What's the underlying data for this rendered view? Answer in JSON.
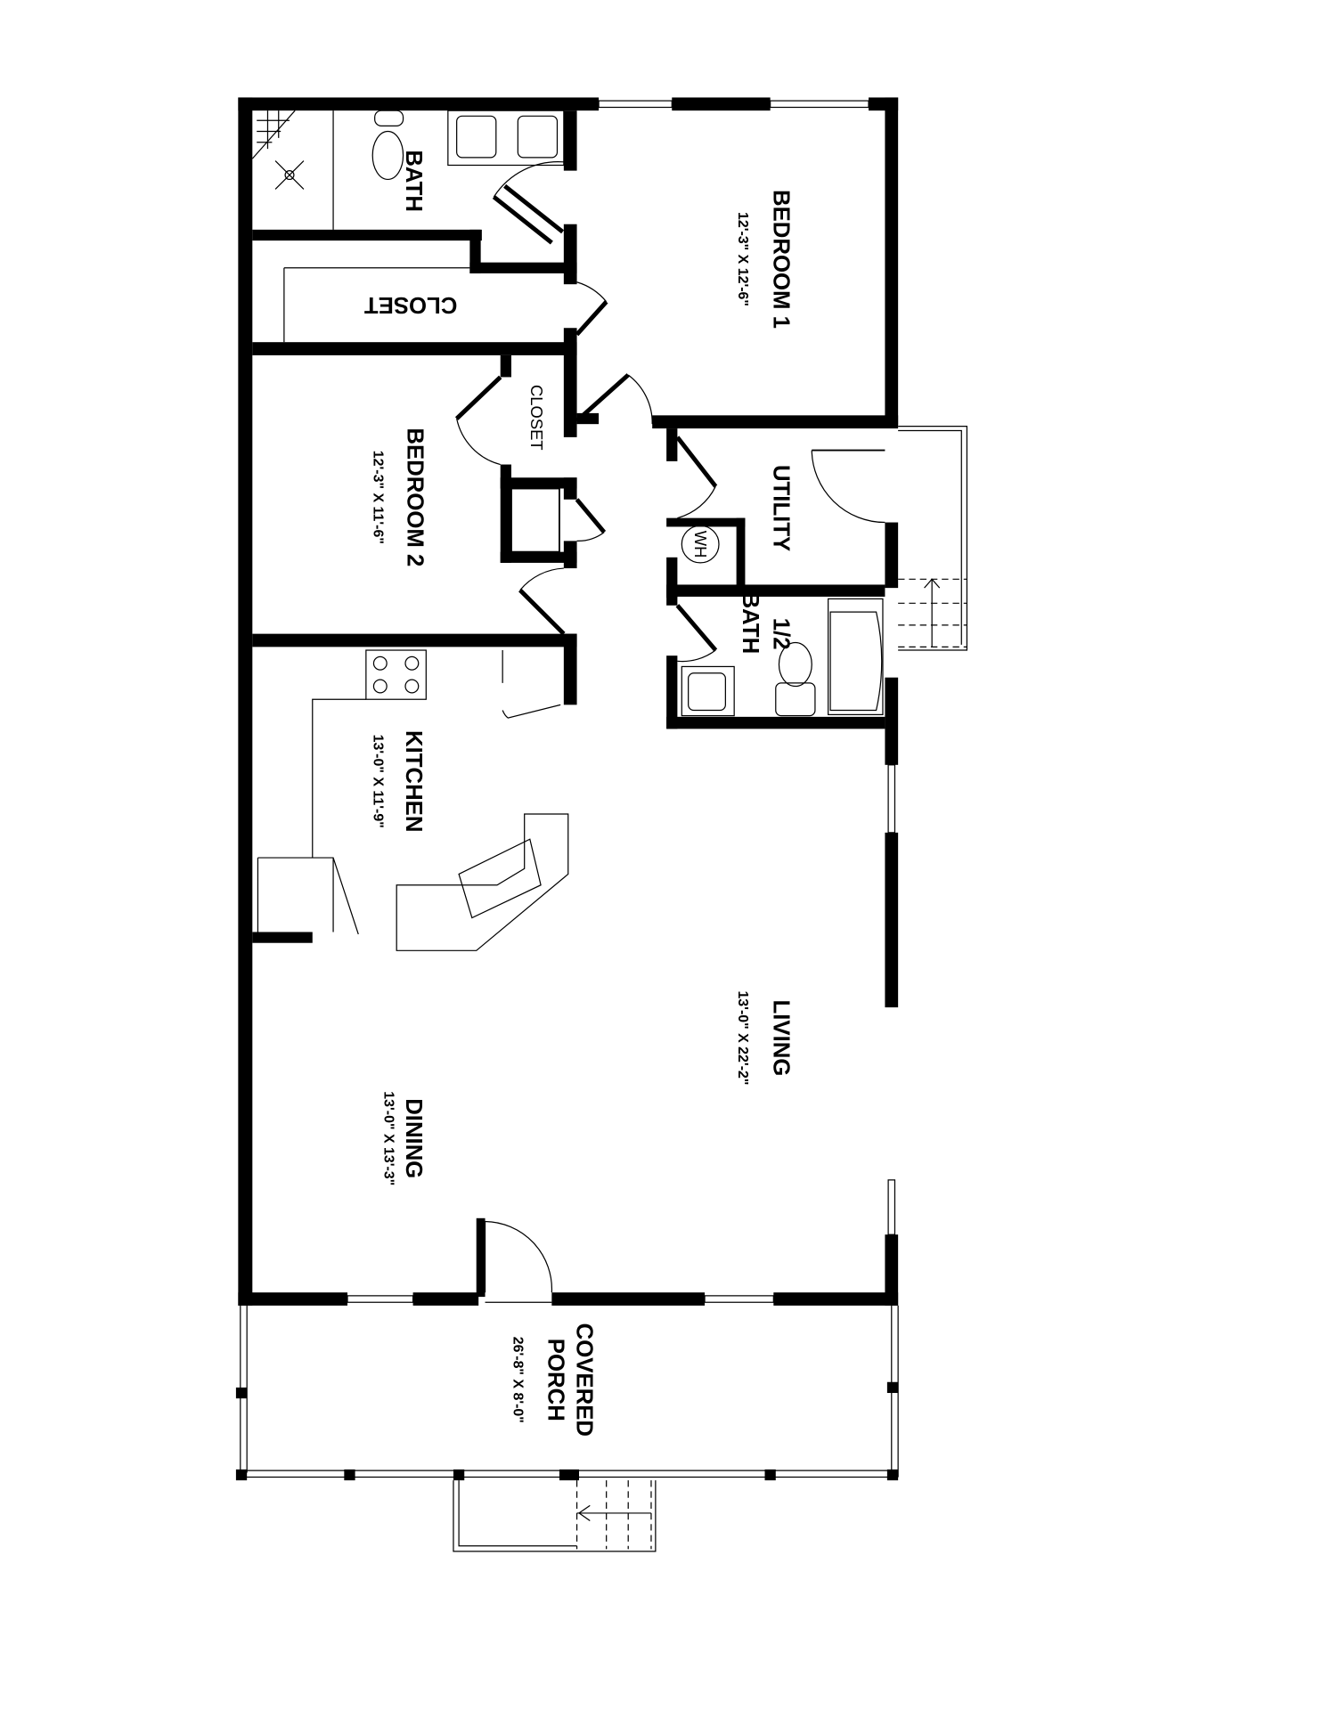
{
  "rooms": {
    "bath": {
      "name": "BATH"
    },
    "closet_main": {
      "name": "CLOSET"
    },
    "closet_small": {
      "name": "CLOSET"
    },
    "bedroom1": {
      "name": "BEDROOM 1",
      "size": "12'-3\" X 12'-6\""
    },
    "bedroom2": {
      "name": "BEDROOM 2",
      "size": "12'-3\" X 11'-6\""
    },
    "utility": {
      "name": "UTILITY"
    },
    "water_heater": {
      "name": "WH"
    },
    "half_bath": {
      "name_line1": "1/2",
      "name_line2": "BATH"
    },
    "kitchen": {
      "name": "KITCHEN",
      "size": "13'-0\" X 11'-9\""
    },
    "living": {
      "name": "LIVING",
      "size": "13'-0\" X 22'-2\""
    },
    "dining": {
      "name": "DINING",
      "size": "13'-0\" X 13'-3\""
    },
    "porch": {
      "name_line1": "COVERED",
      "name_line2": "PORCH",
      "size": "26'-8\" X 8'-0\""
    }
  },
  "colors": {
    "walls": "#000000",
    "background": "#ffffff"
  }
}
